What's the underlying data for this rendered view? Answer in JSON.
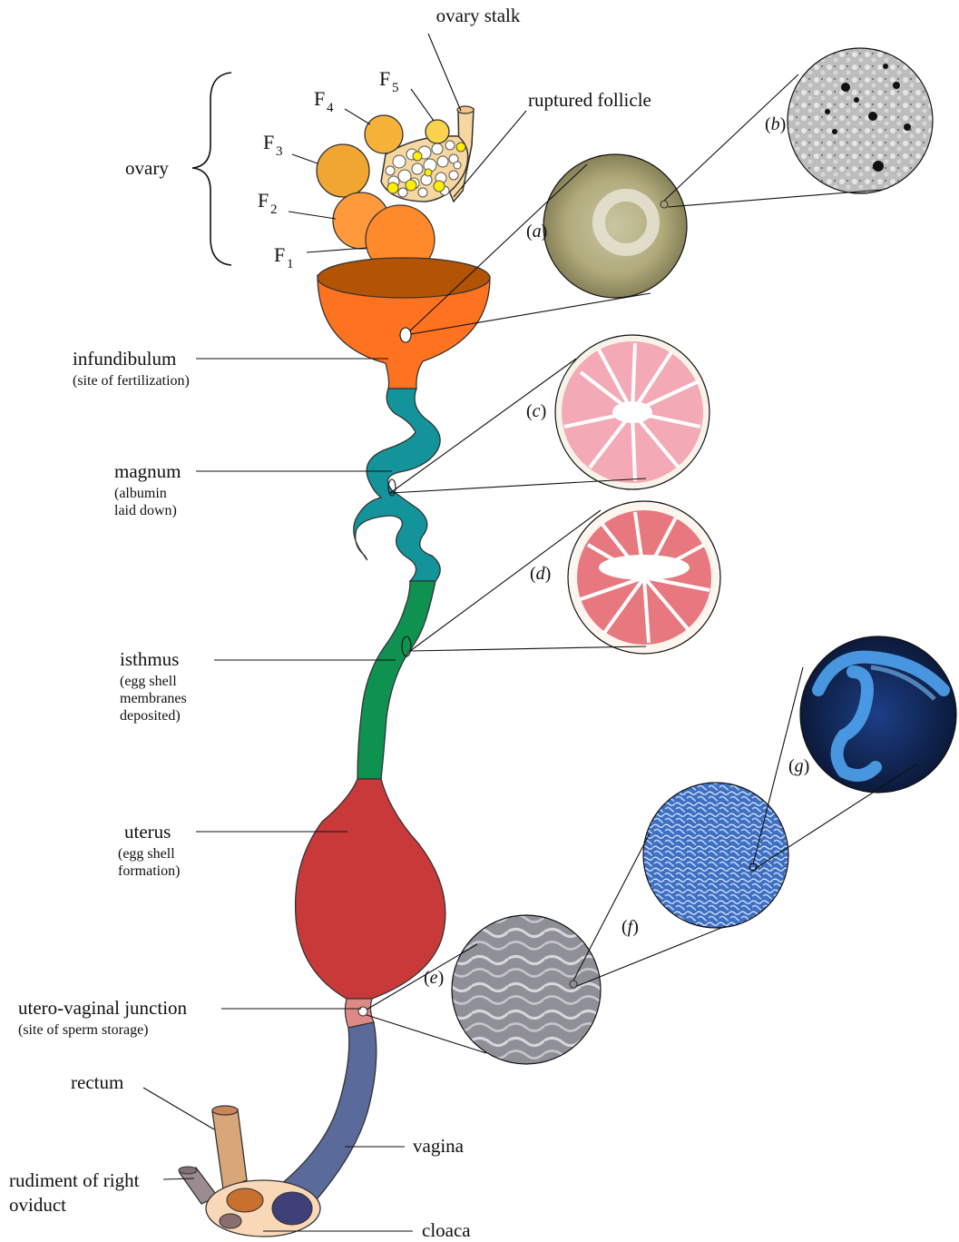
{
  "labels": {
    "ovary_stalk": "ovary stalk",
    "ruptured_follicle": "ruptured follicle",
    "ovary": "ovary",
    "f5": "F",
    "f5_sub": "5",
    "f4": "F",
    "f4_sub": "4",
    "f3": "F",
    "f3_sub": "3",
    "f2": "F",
    "f2_sub": "2",
    "f1": "F",
    "f1_sub": "1",
    "infundibulum": "infundibulum",
    "infundibulum_note": "(site of fertilization)",
    "magnum": "magnum",
    "magnum_note_1": "(albumin",
    "magnum_note_2": "laid down)",
    "isthmus": "isthmus",
    "isthmus_note_1": "(egg shell",
    "isthmus_note_2": "membranes",
    "isthmus_note_3": "deposited)",
    "uterus": "uterus",
    "uterus_note_1": "(egg shell",
    "uterus_note_2": "formation)",
    "uvj": "utero-vaginal junction",
    "uvj_note": "(site of sperm storage)",
    "rectum": "rectum",
    "rudiment_1": "rudiment of right",
    "rudiment_2": "oviduct",
    "vagina": "vagina",
    "cloaca": "cloaca"
  },
  "panels": {
    "a": {
      "open": "(",
      "letter": "a",
      "close": ")"
    },
    "b": {
      "open": "(",
      "letter": "b",
      "close": ")"
    },
    "c": {
      "open": "(",
      "letter": "c",
      "close": ")"
    },
    "d": {
      "open": "(",
      "letter": "d",
      "close": ")"
    },
    "e": {
      "open": "(",
      "letter": "e",
      "close": ")"
    },
    "f": {
      "open": "(",
      "letter": "f",
      "close": ")"
    },
    "g": {
      "open": "(",
      "letter": "g",
      "close": ")"
    }
  },
  "colors": {
    "infundibulum": "#ff7220",
    "infundibulum_rim": "#b35405",
    "magnum": "#13949b",
    "isthmus": "#0f9150",
    "uterus": "#c9393a",
    "uvj": "#dd8a87",
    "vagina": "#5a6a9a",
    "follicle_f1": "#ff8a2c",
    "follicle_f2": "#ff9a3c",
    "follicle_f3": "#f0a630",
    "follicle_f4": "#f7b23a",
    "follicle_f5": "#fbd24e",
    "ovary_stalk": "#f7d7a0"
  }
}
